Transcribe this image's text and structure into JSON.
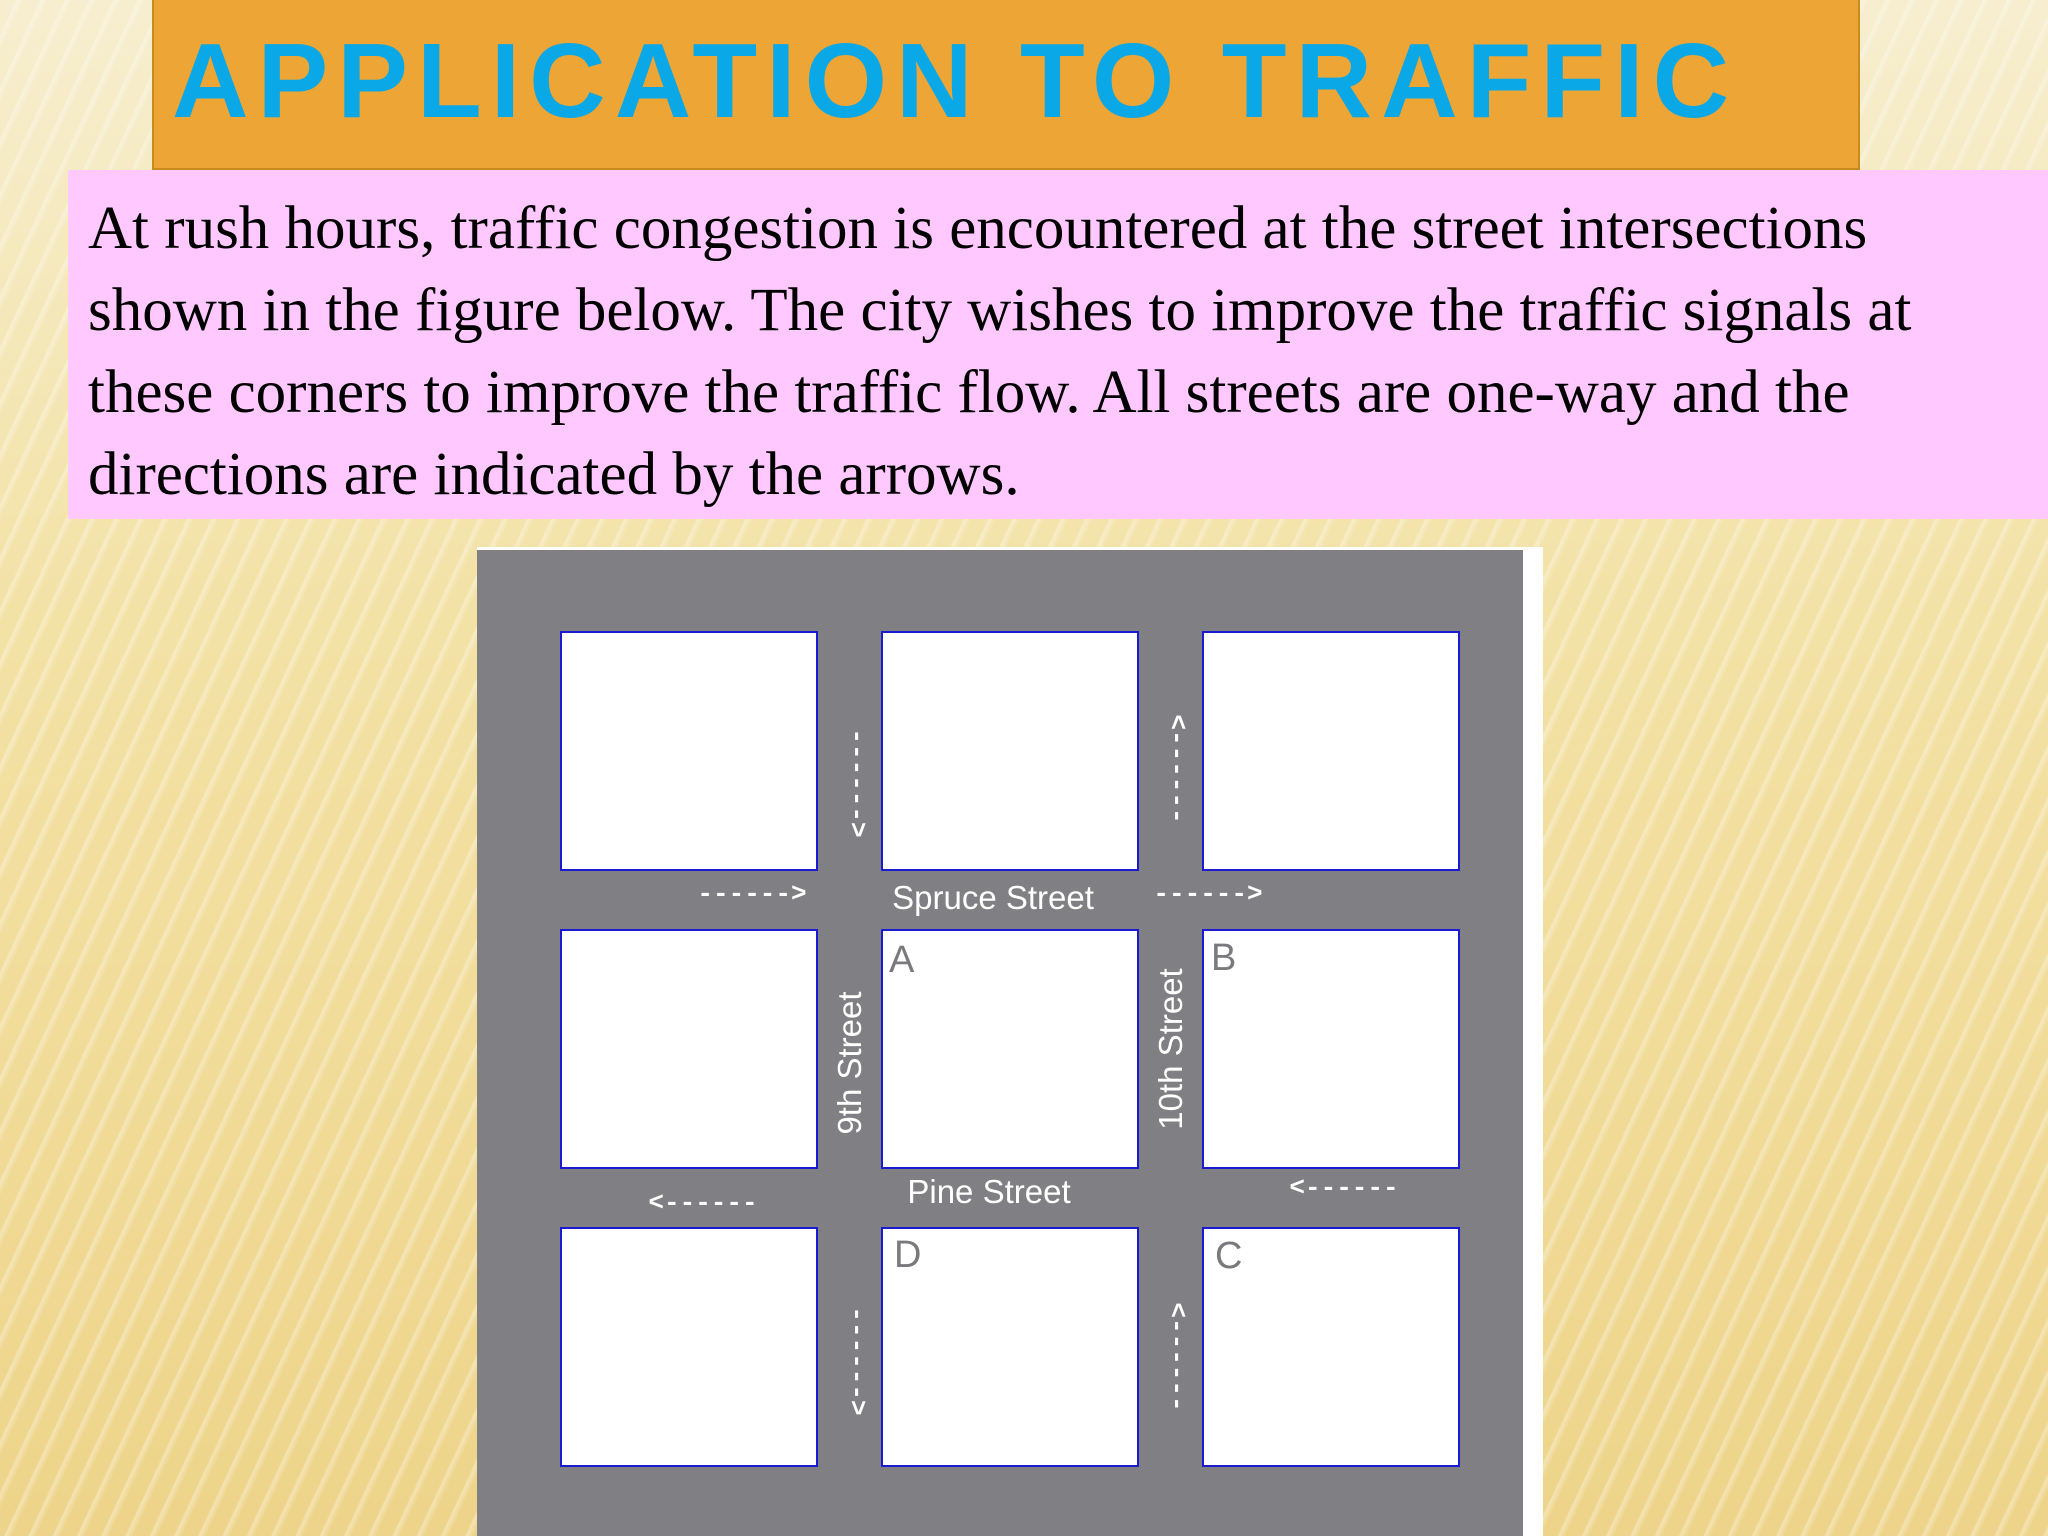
{
  "title": "APPLICATION TO TRAFFIC",
  "description": "At rush hours, traffic congestion is encountered at the street intersections shown in the figure below. The city wishes to improve the traffic signals at these corners to improve the traffic flow. All streets are one-way and the directions are indicated by the arrows.",
  "map": {
    "streets": {
      "spruce": "Spruce Street",
      "pine": "Pine Street",
      "ninth": "9th Street",
      "tenth": "10th Street"
    },
    "intersections": [
      "A",
      "B",
      "C",
      "D"
    ],
    "arrows": {
      "spruce_left": "------>",
      "spruce_right": "------>",
      "pine_left": "<------",
      "pine_right": "<------",
      "ninth_top": "------>",
      "ninth_bottom": "------>",
      "tenth_top": "<------",
      "tenth_bottom": "<------"
    },
    "colors": {
      "road": "#808084",
      "block_fill": "#ffffff",
      "block_border": "#1a1ad0",
      "street_text": "#ffffff",
      "corner_text": "#7a7a7e"
    }
  }
}
